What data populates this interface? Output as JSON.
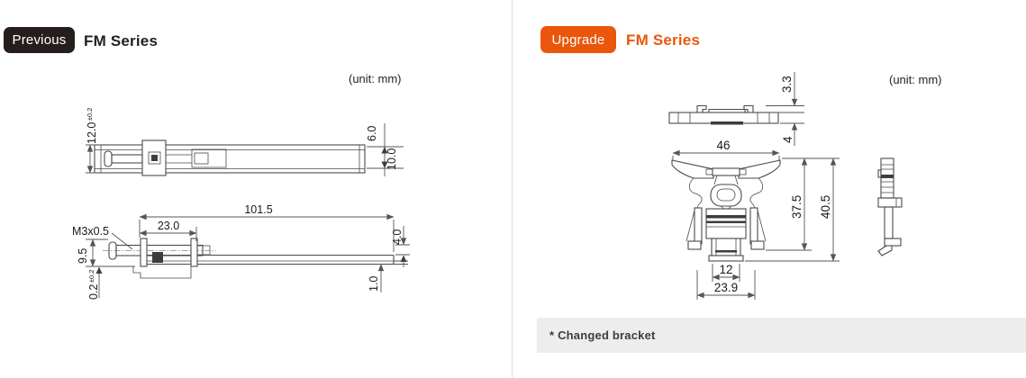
{
  "left_panel": {
    "badge_label": "Previous",
    "title": "FM Series",
    "unit_label": "(unit: mm)",
    "dims": {
      "overall_height": "12.0",
      "overall_height_tol": "±0.2",
      "tip_height": "6.0",
      "body_height": "10.0",
      "overall_length": "101.5",
      "head_length": "23.0",
      "thread_label": "M3x0.5",
      "head_height": "9.5",
      "edge_offset": "0.2",
      "edge_offset_tol": "±0.2",
      "tail_height": "4.0",
      "tail_thickness": "1.0"
    }
  },
  "right_panel": {
    "badge_label": "Upgrade",
    "title": "FM Series",
    "unit_label": "(unit: mm)",
    "note": "* Changed bracket",
    "dims": {
      "clip_height": "3.3",
      "plate_thickness": "4",
      "bracket_width": "46",
      "inner_height": "37.5",
      "overall_height": "40.5",
      "slot_width": "12",
      "base_width": "23.9"
    }
  },
  "colors": {
    "accent_orange": "#E9560C",
    "badge_black": "#261D1D",
    "note_bg": "#EDEDED",
    "line": "#4A4A4A"
  }
}
